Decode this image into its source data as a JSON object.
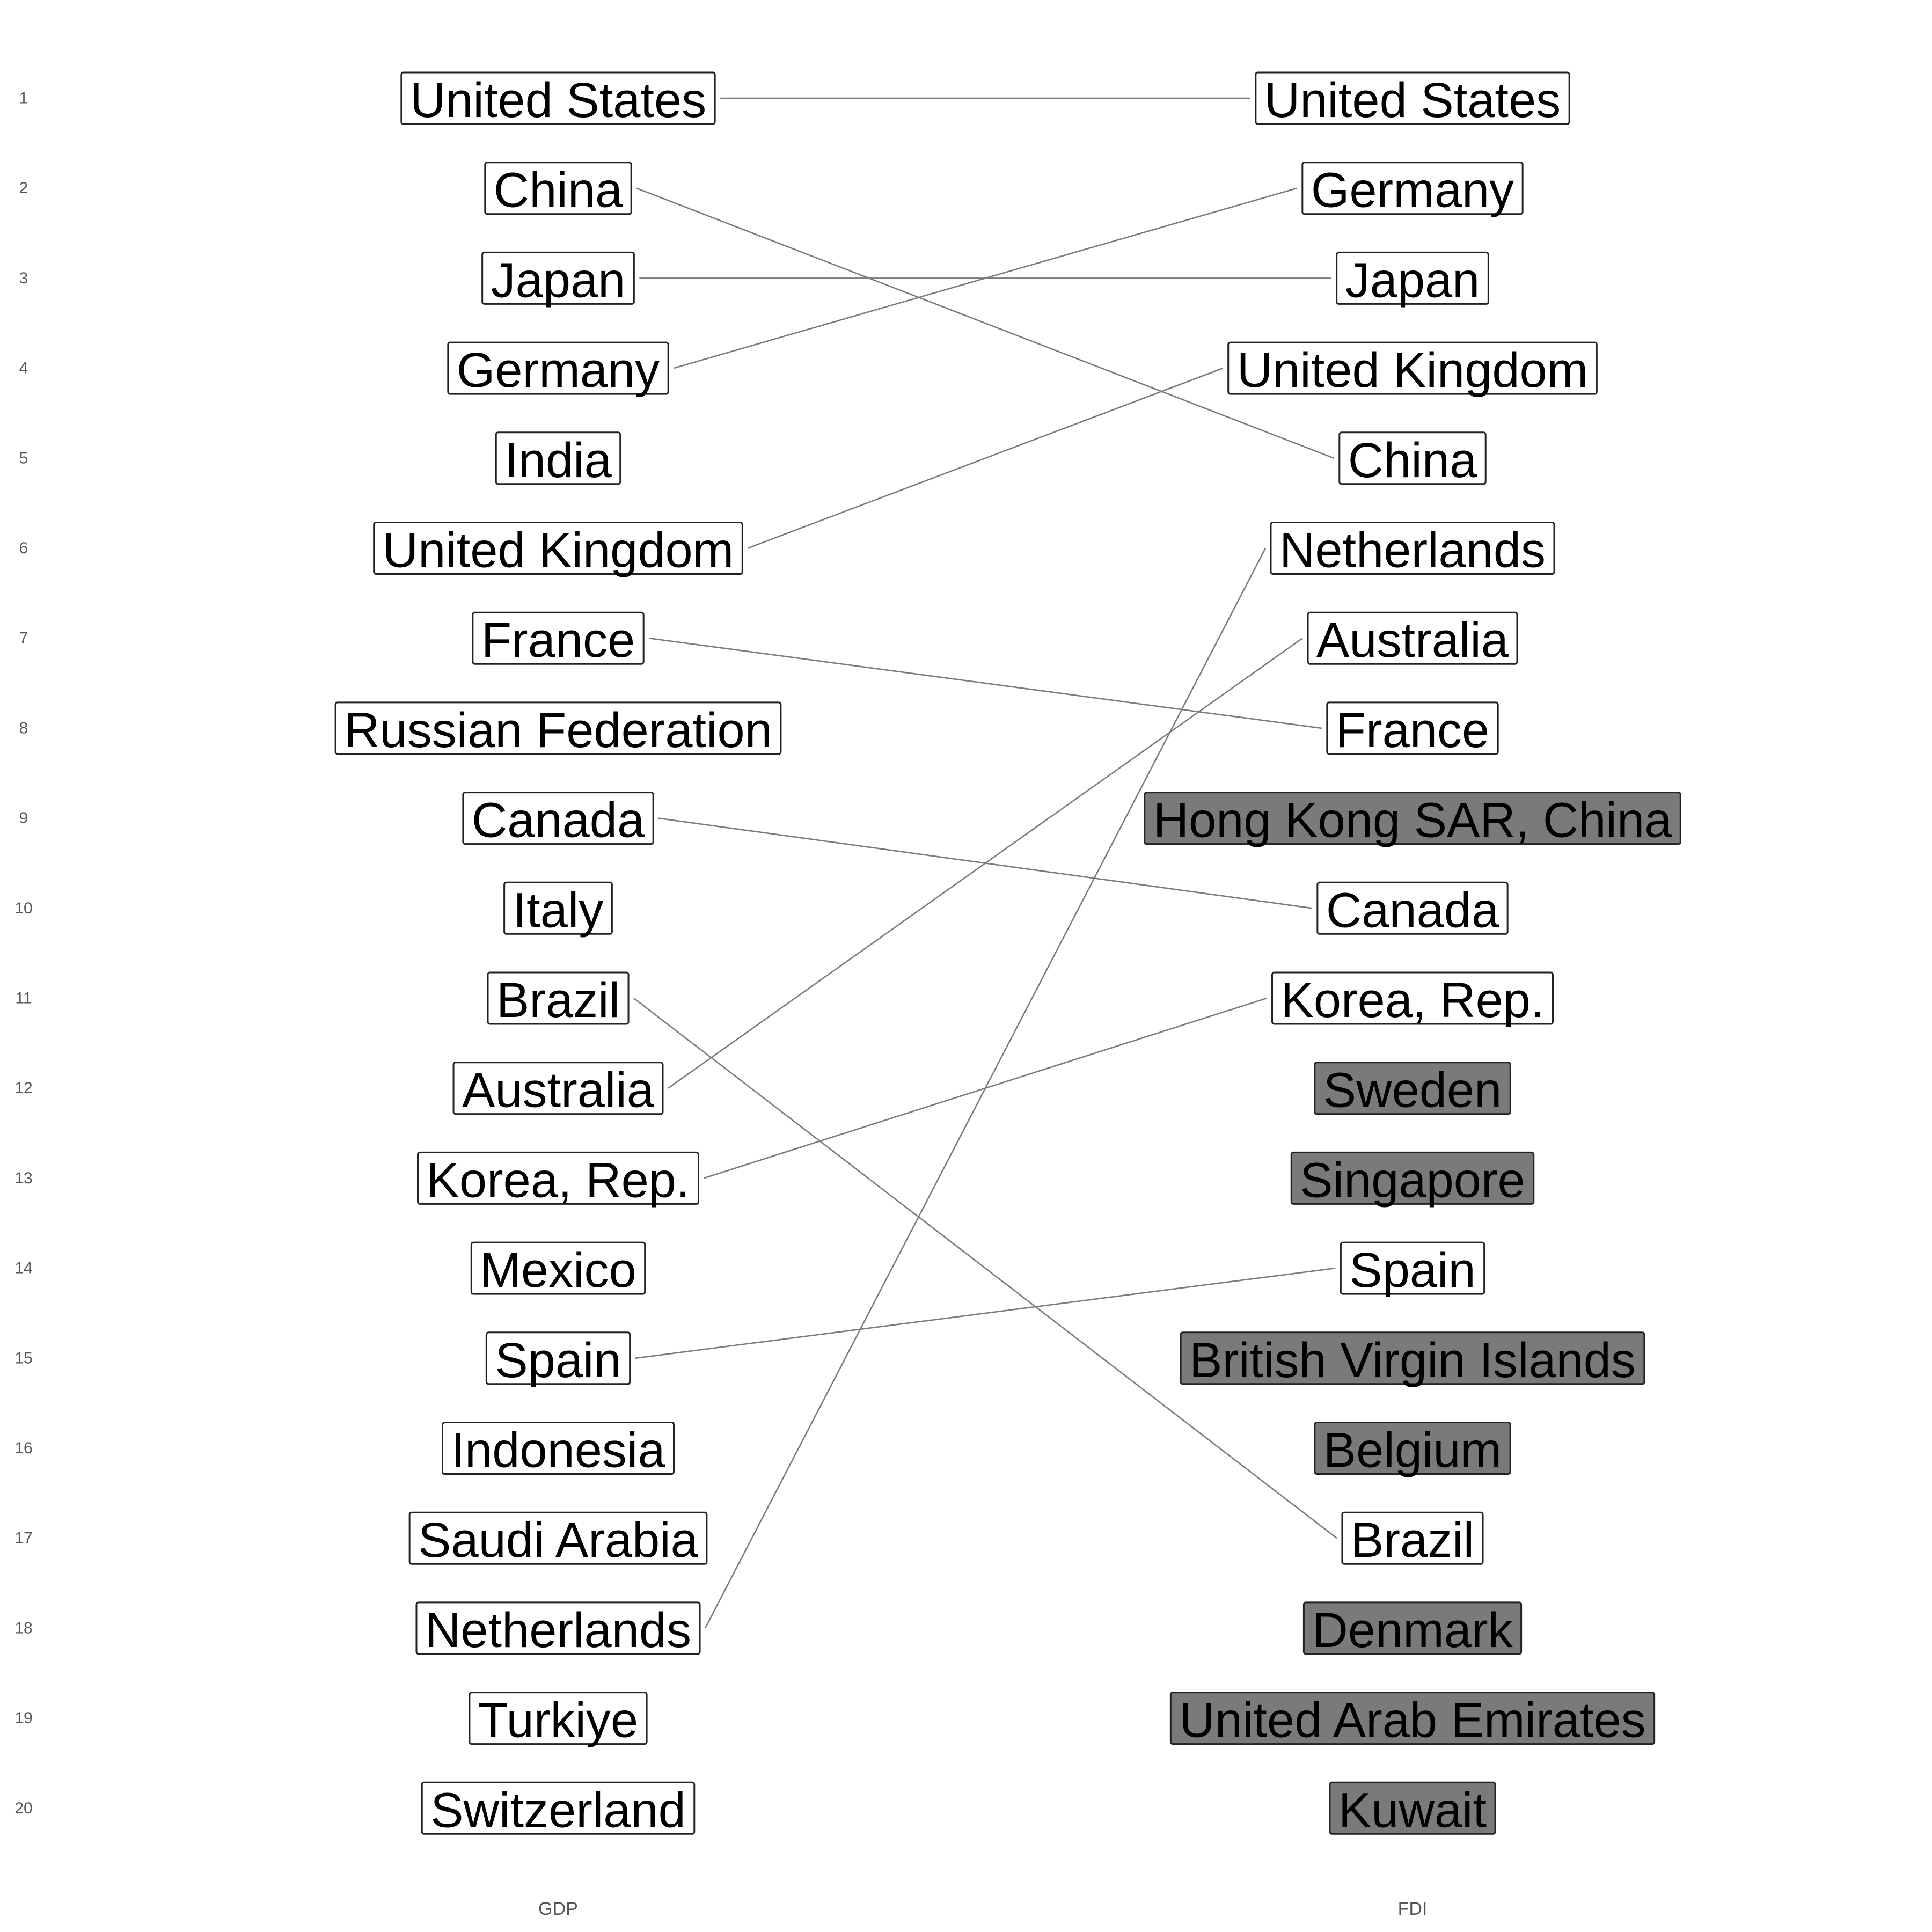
{
  "chart_data": {
    "type": "bump",
    "columns": [
      "GDP",
      "FDI"
    ],
    "ranks": [
      1,
      2,
      3,
      4,
      5,
      6,
      7,
      8,
      9,
      10,
      11,
      12,
      13,
      14,
      15,
      16,
      17,
      18,
      19,
      20
    ],
    "gdp": [
      "United States",
      "China",
      "Japan",
      "Germany",
      "India",
      "United Kingdom",
      "France",
      "Russian Federation",
      "Canada",
      "Italy",
      "Brazil",
      "Australia",
      "Korea, Rep.",
      "Mexico",
      "Spain",
      "Indonesia",
      "Saudi Arabia",
      "Netherlands",
      "Turkiye",
      "Switzerland"
    ],
    "fdi": [
      {
        "name": "United States",
        "in_gdp_top20": true
      },
      {
        "name": "Germany",
        "in_gdp_top20": true
      },
      {
        "name": "Japan",
        "in_gdp_top20": true
      },
      {
        "name": "United Kingdom",
        "in_gdp_top20": true
      },
      {
        "name": "China",
        "in_gdp_top20": true
      },
      {
        "name": "Netherlands",
        "in_gdp_top20": true
      },
      {
        "name": "Australia",
        "in_gdp_top20": true
      },
      {
        "name": "France",
        "in_gdp_top20": true
      },
      {
        "name": "Hong Kong SAR, China",
        "in_gdp_top20": false
      },
      {
        "name": "Canada",
        "in_gdp_top20": true
      },
      {
        "name": "Korea, Rep.",
        "in_gdp_top20": true
      },
      {
        "name": "Sweden",
        "in_gdp_top20": false
      },
      {
        "name": "Singapore",
        "in_gdp_top20": false
      },
      {
        "name": "Spain",
        "in_gdp_top20": true
      },
      {
        "name": "British Virgin Islands",
        "in_gdp_top20": false
      },
      {
        "name": "Belgium",
        "in_gdp_top20": false
      },
      {
        "name": "Brazil",
        "in_gdp_top20": true
      },
      {
        "name": "Denmark",
        "in_gdp_top20": false
      },
      {
        "name": "United Arab Emirates",
        "in_gdp_top20": false
      },
      {
        "name": "Kuwait",
        "in_gdp_top20": false
      }
    ],
    "links": [
      {
        "name": "United States",
        "gdp_rank": 1,
        "fdi_rank": 1
      },
      {
        "name": "China",
        "gdp_rank": 2,
        "fdi_rank": 5
      },
      {
        "name": "Japan",
        "gdp_rank": 3,
        "fdi_rank": 3
      },
      {
        "name": "Germany",
        "gdp_rank": 4,
        "fdi_rank": 2
      },
      {
        "name": "United Kingdom",
        "gdp_rank": 6,
        "fdi_rank": 4
      },
      {
        "name": "France",
        "gdp_rank": 7,
        "fdi_rank": 8
      },
      {
        "name": "Canada",
        "gdp_rank": 9,
        "fdi_rank": 10
      },
      {
        "name": "Brazil",
        "gdp_rank": 11,
        "fdi_rank": 17
      },
      {
        "name": "Australia",
        "gdp_rank": 12,
        "fdi_rank": 7
      },
      {
        "name": "Korea, Rep.",
        "gdp_rank": 13,
        "fdi_rank": 11
      },
      {
        "name": "Spain",
        "gdp_rank": 15,
        "fdi_rank": 14
      },
      {
        "name": "Netherlands",
        "gdp_rank": 18,
        "fdi_rank": 6
      }
    ],
    "colors": {
      "box_fill": "#ffffff",
      "highlight_fill": "#7a7a7a",
      "line": "#7a7a7a",
      "text": "#000000"
    }
  }
}
